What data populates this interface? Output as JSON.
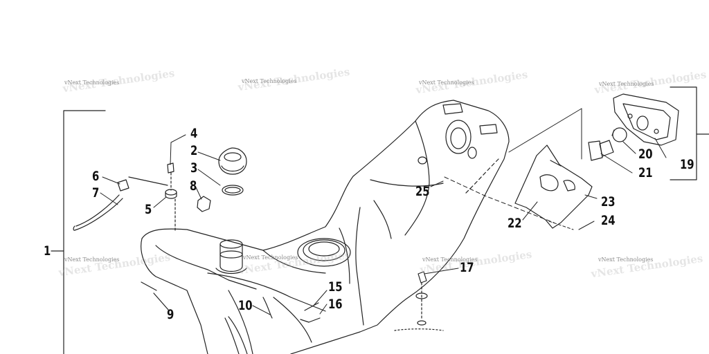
{
  "watermark": {
    "text": "vNext Technologies"
  },
  "callouts": [
    "1",
    "2",
    "3",
    "4",
    "5",
    "6",
    "7",
    "8",
    "9",
    "10",
    "15",
    "16",
    "17",
    "19",
    "20",
    "21",
    "22",
    "23",
    "24",
    "25"
  ],
  "colors": {
    "line": "#222222",
    "label": "#111111",
    "watermark": "#8a8a8a",
    "background": "#ffffff"
  }
}
